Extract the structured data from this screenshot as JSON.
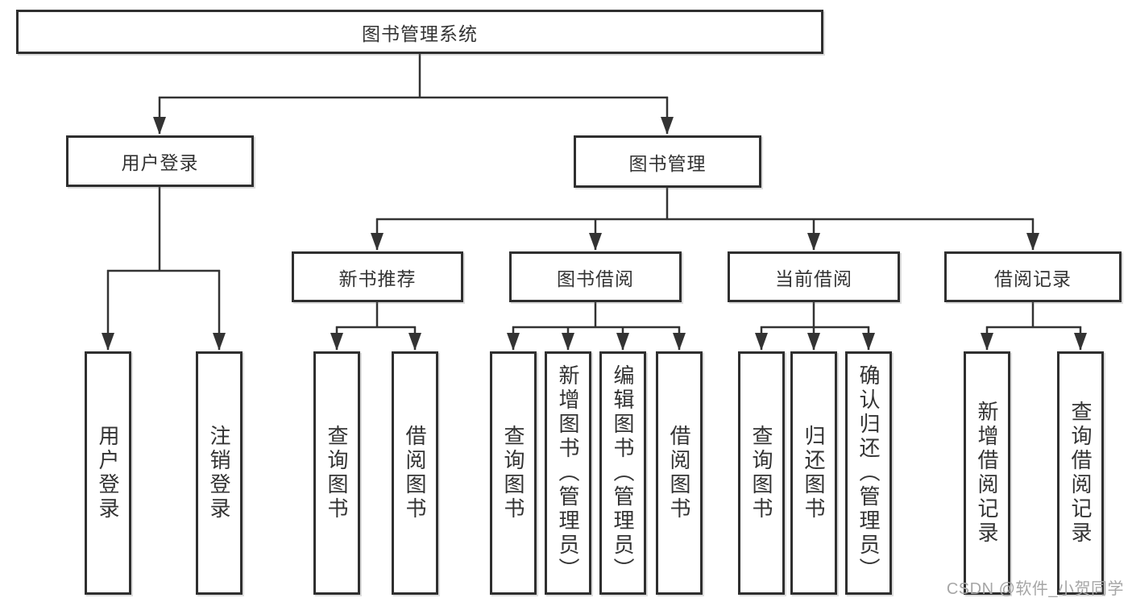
{
  "diagram": {
    "root": {
      "label": "图书管理系统"
    },
    "login_branch": {
      "label": "用户登录",
      "children": [
        {
          "label": "用户登录"
        },
        {
          "label": "注销登录"
        }
      ]
    },
    "mgmt_branch": {
      "label": "图书管理",
      "groups": [
        {
          "label": "新书推荐",
          "children": [
            {
              "label": "查询图书"
            },
            {
              "label": "借阅图书"
            }
          ]
        },
        {
          "label": "图书借阅",
          "children": [
            {
              "label": "查询图书"
            },
            {
              "label": "新增图书（管理员）"
            },
            {
              "label": "编辑图书（管理员）"
            },
            {
              "label": "借阅图书"
            }
          ]
        },
        {
          "label": "当前借阅",
          "children": [
            {
              "label": "查询图书"
            },
            {
              "label": "归还图书"
            },
            {
              "label": "确认归还（管理员）"
            }
          ]
        },
        {
          "label": "借阅记录",
          "children": [
            {
              "label": "新增借阅记录"
            },
            {
              "label": "查询借阅记录"
            }
          ]
        }
      ]
    }
  },
  "watermark": {
    "text": "CSDN @软件_小贺同学"
  },
  "colors": {
    "line": "#333333",
    "box_border": "#2f2f2f",
    "box_fill": "#ffffff",
    "text": "#333333",
    "watermark": "#a6a6a6",
    "background": "#ffffff"
  }
}
